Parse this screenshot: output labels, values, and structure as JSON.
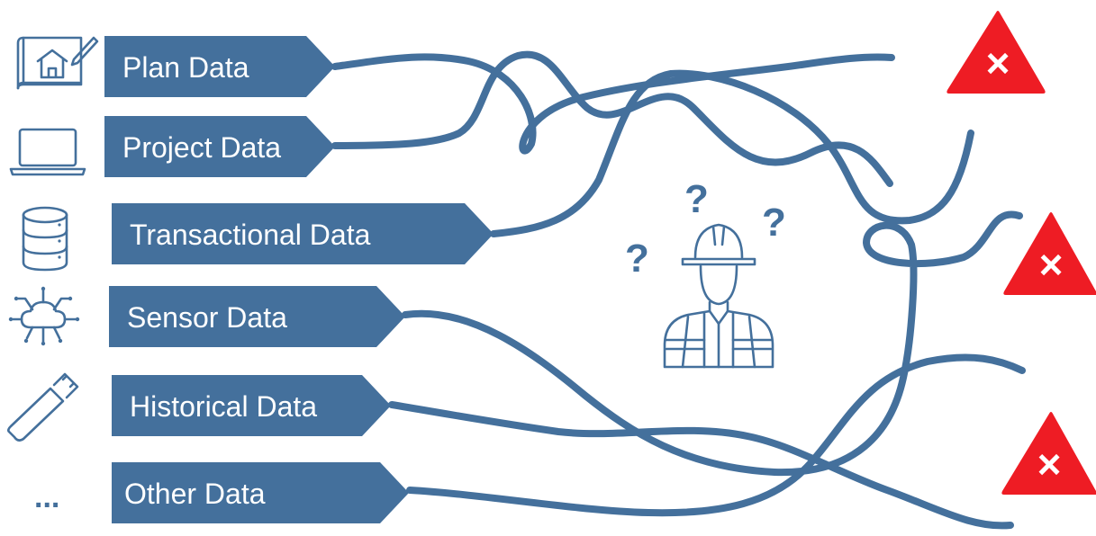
{
  "colors": {
    "primary": "#44709C",
    "warning": "#EE1C24",
    "text_on_primary": "#FFFFFF"
  },
  "sources": [
    {
      "label": "Plan Data",
      "icon": "house-blueprint-icon"
    },
    {
      "label": "Project Data",
      "icon": "laptop-icon"
    },
    {
      "label": "Transactional Data",
      "icon": "database-icon"
    },
    {
      "label": "Sensor Data",
      "icon": "cloud-network-icon"
    },
    {
      "label": "Historical Data",
      "icon": "usb-drive-icon"
    },
    {
      "label": "Other Data",
      "icon": "ellipsis-icon"
    }
  ],
  "more_symbol": "...",
  "center": {
    "icon": "construction-worker-icon",
    "question_marks": [
      "?",
      "?",
      "?",
      "?"
    ]
  },
  "outputs": [
    {
      "icon": "warning-x-icon",
      "symbol": "×"
    },
    {
      "icon": "warning-x-icon",
      "symbol": "×"
    },
    {
      "icon": "warning-x-icon",
      "symbol": "×"
    }
  ]
}
